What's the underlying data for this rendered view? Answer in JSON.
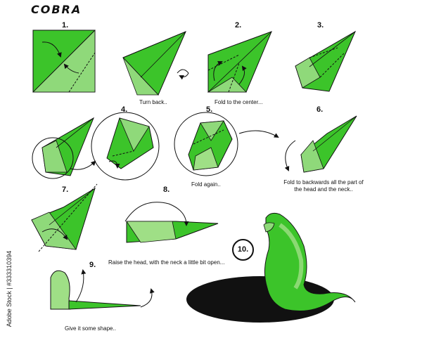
{
  "title": "COBRA",
  "steps": [
    {
      "num": "1.",
      "caption": ""
    },
    {
      "num": "",
      "caption": "Turn back.."
    },
    {
      "num": "2.",
      "caption": "Fold to the center..."
    },
    {
      "num": "3.",
      "caption": ""
    },
    {
      "num": "4.",
      "caption": ""
    },
    {
      "num": "5.",
      "caption": "Fold again.."
    },
    {
      "num": "6.",
      "caption": "Fold to backwards all the part of the head and the neck.."
    },
    {
      "num": "7.",
      "caption": ""
    },
    {
      "num": "8.",
      "caption": "Raise the head, with the neck a little bit open..."
    },
    {
      "num": "9.",
      "caption": "Give it some shape.."
    },
    {
      "num": "10.",
      "caption": ""
    }
  ],
  "watermark": "Adobe Stock | #333310394",
  "colors": {
    "green": "#3cc42a",
    "light_green": "#9fdf86",
    "dark_green": "#1f7a12",
    "line": "#1a1a1a"
  }
}
